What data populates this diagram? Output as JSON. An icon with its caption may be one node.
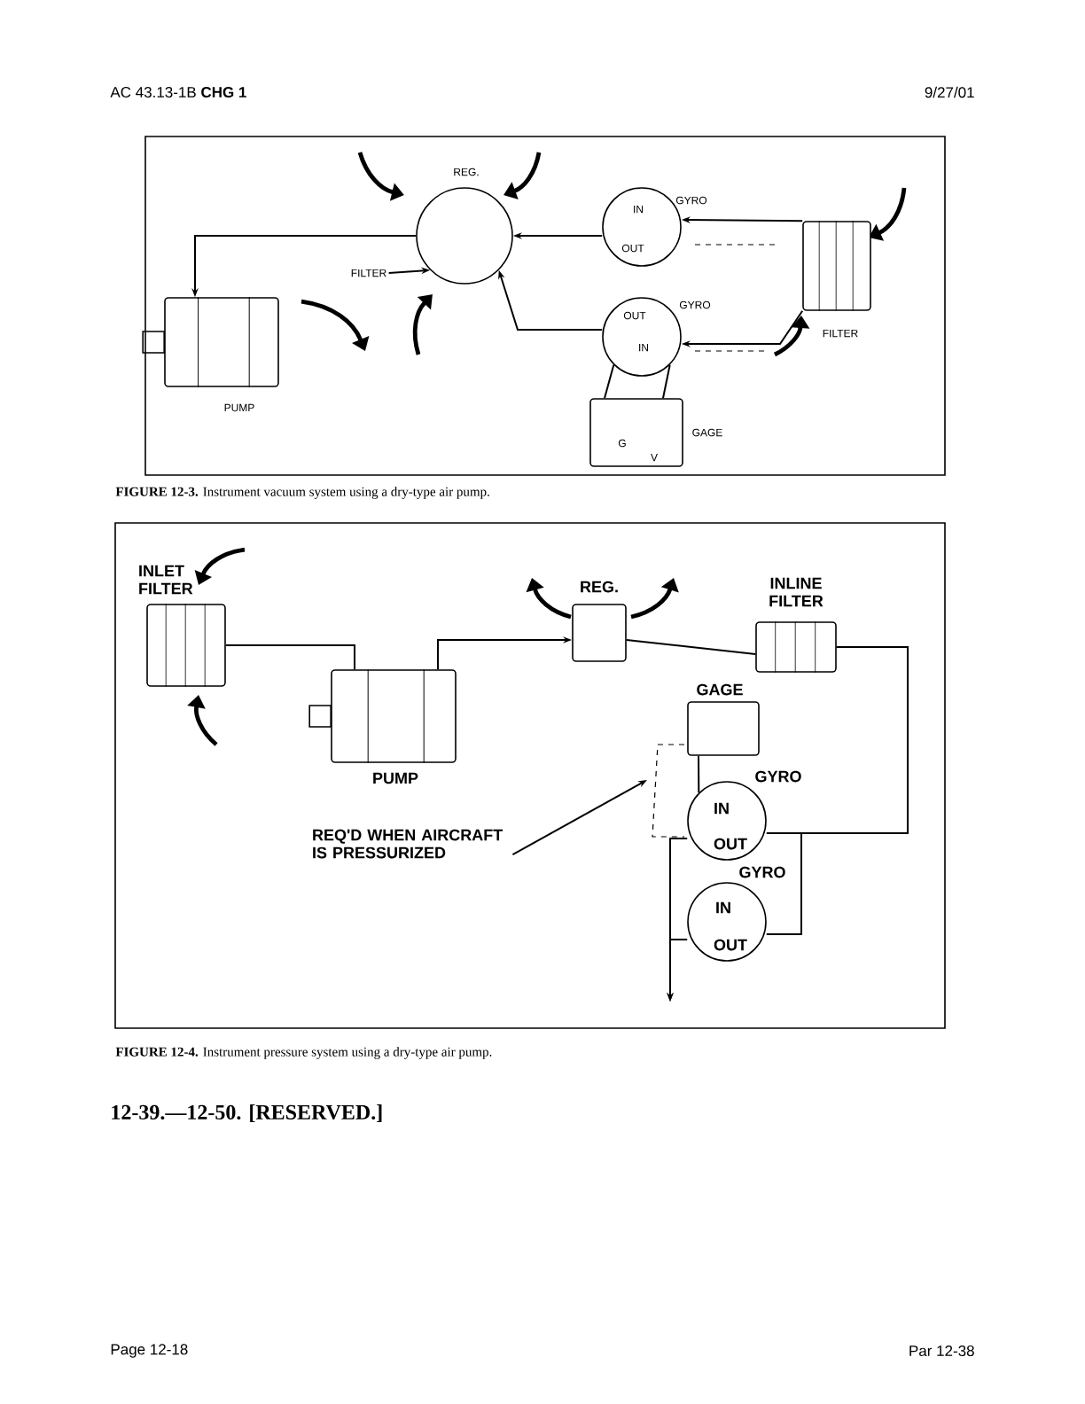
{
  "diagram": {
    "nodes": [
      {
        "text": [
          "PUMP"
        ]
      },
      {
        "text": [
          "REG."
        ]
      },
      {
        "text": [
          "FILTER"
        ]
      },
      {
        "text": [
          "GYRO",
          "IN",
          "OUT"
        ]
      },
      {
        "text": [
          "GYRO",
          "OUT",
          "IN"
        ]
      },
      {
        "text": [
          "FILTER"
        ]
      },
      {
        "text": [
          "GAGE",
          "G",
          "V"
        ]
      },
      {
        "text": [
          "INLET FILTER"
        ]
      },
      {
        "text": [
          "PUMP"
        ]
      },
      {
        "text": [
          "REG."
        ]
      },
      {
        "text": [
          "INLINE FILTER"
        ]
      },
      {
        "text": [
          "GAGE"
        ]
      },
      {
        "text": [
          "GYRO",
          "IN",
          "OUT"
        ]
      },
      {
        "text": [
          "GYRO",
          "IN",
          "OUT"
        ]
      },
      {
        "text": [
          "REQ'D WHEN AIRCRAFT IS PRESSURIZED"
        ]
      }
    ],
    "edges": [
      {
        "from": 1,
        "to": 0,
        "arrow": "to"
      },
      {
        "from": 2,
        "to": 1,
        "arrow": "to"
      },
      {
        "from": 3,
        "to": 1,
        "arrow": "to"
      },
      {
        "from": 5,
        "to": 3,
        "arrow": "to"
      },
      {
        "from": 4,
        "to": 1,
        "arrow": "to"
      },
      {
        "from": 5,
        "to": 4,
        "arrow": "to"
      },
      {
        "from": 6,
        "to": 4,
        "arrow": "none"
      },
      {
        "from": 6,
        "to": 4,
        "arrow": "none"
      },
      {
        "from": 7,
        "to": 8,
        "arrow": "none"
      },
      {
        "from": 8,
        "to": 9,
        "arrow": "to"
      },
      {
        "from": 9,
        "to": 10,
        "arrow": "none"
      },
      {
        "from": 10,
        "to": 12,
        "arrow": "none"
      },
      {
        "from": 10,
        "to": 13,
        "arrow": "none"
      },
      {
        "from": 12,
        "to": null,
        "arrow": "to"
      },
      {
        "from": 13,
        "to": null,
        "arrow": "to"
      },
      {
        "from": 11,
        "to": 12,
        "arrow": "none"
      },
      {
        "from": 14,
        "to": null,
        "arrow": "to"
      }
    ],
    "labels": [
      "AC 43.13-1B **CHG 1**",
      "9/27/01",
      "**FIGURE 12-3.** Instrument vacuum system using a dry-type air pump.",
      "**FIGURE 12-4.** Instrument pressure system using a dry-type air pump.",
      "12-39.—12-50. [RESERVED.]",
      "Page 12-18",
      "Par 12-38"
    ]
  }
}
